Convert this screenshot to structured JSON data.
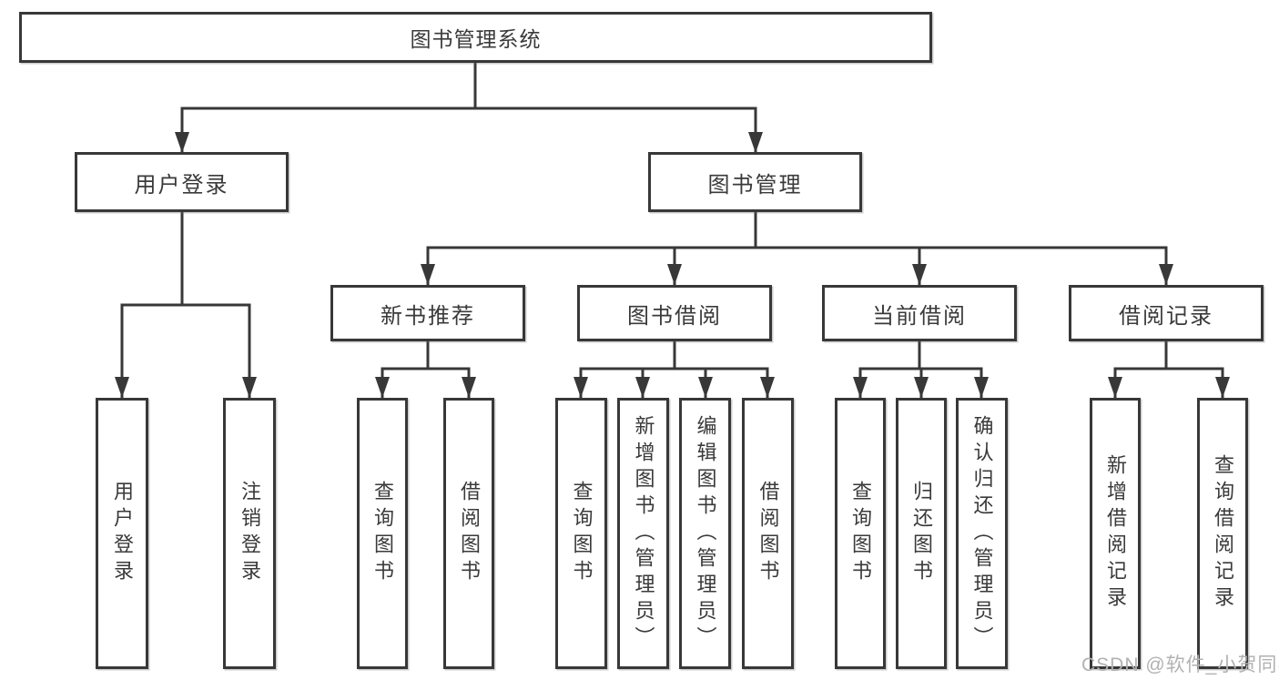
{
  "diagram": {
    "root": {
      "label": "图书管理系统"
    },
    "level2": {
      "user_login": {
        "label": "用户登录"
      },
      "book_mgmt": {
        "label": "图书管理"
      }
    },
    "level3": {
      "new_book_rec": {
        "label": "新书推荐"
      },
      "book_borrow": {
        "label": "图书借阅"
      },
      "current_borrow": {
        "label": "当前借阅"
      },
      "borrow_record": {
        "label": "借阅记录"
      }
    },
    "leaves": {
      "user_login_children": [
        "用户登录",
        "注销登录"
      ],
      "new_book_rec_children": [
        "查询图书",
        "借阅图书"
      ],
      "book_borrow_children": [
        "查询图书",
        "新增图书（管理员）",
        "编辑图书（管理员）",
        "借阅图书"
      ],
      "current_borrow_children": [
        "查询图书",
        "归还图书",
        "确认归还（管理员）"
      ],
      "borrow_record_children": [
        "新增借阅记录",
        "查询借阅记录"
      ]
    }
  },
  "watermark": {
    "text": "CSDN @软件_小贺同学"
  },
  "colors": {
    "line": "#383838",
    "text": "#3a3a3a",
    "background": "#ffffff",
    "watermark": "#b2b2b2"
  }
}
